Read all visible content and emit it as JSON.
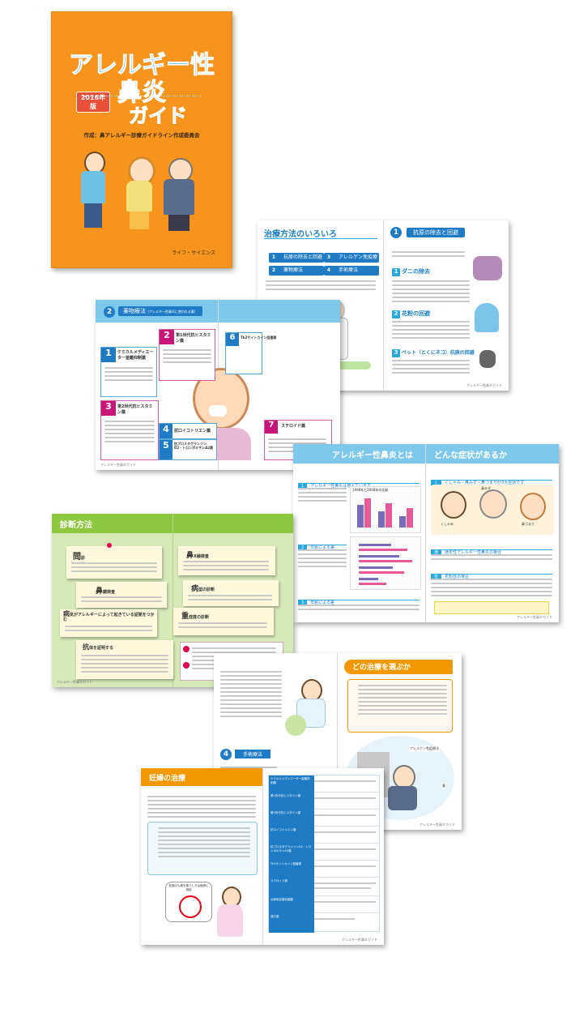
{
  "cover": {
    "title_line1": "アレルギー性",
    "title_line2": "鼻炎",
    "title_line3": "ガイド",
    "edition_badge": "2016年版",
    "author": "作成：鼻アレルギー診療ガイドライン作成委員会",
    "publisher": "ライフ・サイエンス"
  },
  "spread_treatment_methods": {
    "left_title": "治療方法のいろいろ",
    "items": [
      {
        "num": "1",
        "label": "抗原の除去と回避"
      },
      {
        "num": "2",
        "label": "薬物療法"
      },
      {
        "num": "3",
        "label": "アレルゲン免疫療法"
      },
      {
        "num": "4",
        "label": "手術療法"
      }
    ],
    "right_header_num": "1",
    "right_header": "抗原の除去と回避",
    "sub_items": [
      {
        "num": "1",
        "label": "ダニの除去"
      },
      {
        "num": "2",
        "label": "花粉の回避"
      },
      {
        "num": "3",
        "label": "ペット（とくにネコ）抗原の回避"
      }
    ],
    "footer": "アレルギー性鼻炎ガイド"
  },
  "spread_drugs": {
    "header_num": "2",
    "header": "薬物療法",
    "header_sub": "（アレルギー性鼻炎に使われる薬）",
    "cards": [
      {
        "num": "1",
        "label": "ケミカルメディエーター遊離抑制薬"
      },
      {
        "num": "2",
        "label": "第1世代抗ヒスタミン薬"
      },
      {
        "num": "3",
        "label": "第2世代抗ヒスタミン薬"
      },
      {
        "num": "4",
        "label": "抗ロイコトリエン薬"
      },
      {
        "num": "5",
        "label": "抗プロスタグランジンD2・トロンボキサンA2薬"
      },
      {
        "num": "6",
        "label": "Th2サイトカイン阻害薬"
      },
      {
        "num": "7",
        "label": "ステロイド薬"
      }
    ],
    "footer": "アレルギー性鼻炎ガイド"
  },
  "spread_symptoms": {
    "left_title": "アレルギー性鼻炎とは",
    "left_sub1": "アレルギー性鼻炎は増えています",
    "left_sub2": "年齢による差",
    "left_sub3": "年齢による差",
    "chart_title": "1998年と2008年の比較",
    "right_title": "どんな症状があるか",
    "right_sub1": "くしゃみ・鼻みず・鼻づまりが3大症状です",
    "right_sub2": "通年性アレルギー性鼻炎の場合",
    "right_sub3": "花粉症の場合",
    "person1": "くしゃみ",
    "person2": "鼻みず",
    "person3": "鼻づまり",
    "footer": "アレルギー性鼻炎ガイド"
  },
  "spread_diagnosis": {
    "header": "診断方法",
    "cards": [
      {
        "big": "問",
        "small": "診"
      },
      {
        "big": "鼻",
        "small": "鏡検査"
      },
      {
        "big": "病",
        "small": "気がアレルギーによって起きている証拠をつかむ"
      },
      {
        "big": "抗",
        "small": "体を証明する"
      },
      {
        "big": "鼻",
        "small": "X線検査"
      },
      {
        "big": "病",
        "small": "型の診断"
      },
      {
        "big": "重",
        "small": "症度の診断"
      }
    ],
    "footer": "アレルギー性鼻炎ガイド"
  },
  "spread_choose": {
    "left_header_num": "4",
    "left_header": "手術療法",
    "right_title": "どの治療を選ぶか",
    "label_allergen": "アレルゲン免疫療法",
    "label_surgery": "手術",
    "label_drug": "薬",
    "footer": "アレルギー性鼻炎ガイド"
  },
  "spread_pregnancy": {
    "title": "妊婦の治療",
    "caption": "妊娠中も薬を使うときは医師に相談",
    "table_rows": [
      "ケミカルメディエーター遊離抑制薬",
      "第1世代抗ヒスタミン薬",
      "第2世代抗ヒスタミン薬",
      "抗ロイコトリエン薬",
      "抗プロスタグランジンD2・トロンボキサンA2薬",
      "Th2サイトカイン阻害薬",
      "ステロイド薬",
      "点鼻用血管収縮薬",
      "漢方薬"
    ],
    "footer": "アレルギー性鼻炎ガイド"
  },
  "colors": {
    "cover_orange": "#f7941d",
    "title_blue": "#29a9e0",
    "header_blue": "#29a9e0",
    "diagnosis_green": "#8dc63f",
    "drug_pink": "#e6007e",
    "orange_header": "#f39800"
  }
}
